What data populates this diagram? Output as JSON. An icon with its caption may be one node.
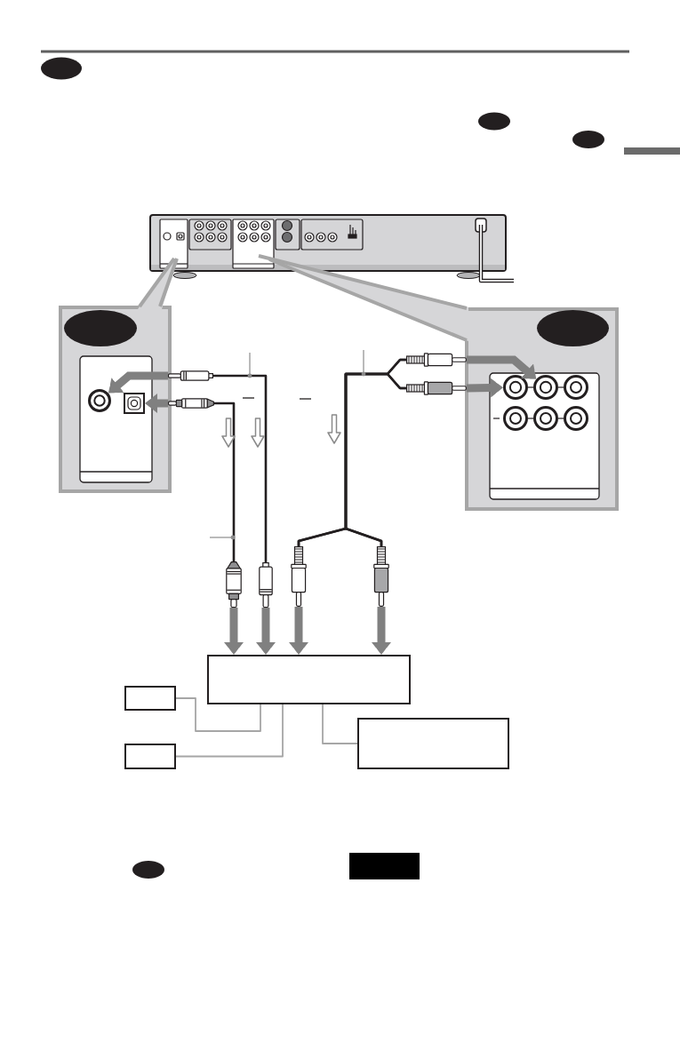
{
  "diagram": {
    "nodes": [
      {
        "text": [],
        "shape": "picture"
      },
      {
        "text": [],
        "shape": "box"
      },
      {
        "text": [],
        "shape": "circle",
        "in": 1
      },
      {
        "text": [],
        "shape": "box",
        "in": 1
      },
      {
        "text": [],
        "shape": "picture"
      },
      {
        "text": [],
        "shape": "picture"
      },
      {
        "text": [],
        "shape": "picture"
      },
      {
        "text": [],
        "shape": "picture"
      },
      {
        "text": [],
        "shape": "box"
      },
      {
        "text": [],
        "shape": "circle",
        "in": 8
      },
      {
        "text": [],
        "shape": "circle",
        "in": 8
      },
      {
        "text": [],
        "shape": "picture"
      },
      {
        "text": [],
        "shape": "picture"
      },
      {
        "text": [],
        "shape": "picture"
      },
      {
        "text": [],
        "shape": "picture"
      },
      {
        "text": [],
        "shape": "box"
      },
      {
        "text": [],
        "shape": "box"
      },
      {
        "text": [],
        "shape": "box"
      },
      {
        "text": [],
        "shape": "box"
      }
    ],
    "edges": [
      {
        "from": 4,
        "to": 2,
        "arrow": "to",
        "style": "thick"
      },
      {
        "from": 5,
        "to": 3,
        "arrow": "to",
        "style": "thick"
      },
      {
        "from": 6,
        "to": 10,
        "arrow": "to",
        "style": "thick"
      },
      {
        "from": 7,
        "to": 9,
        "arrow": "to",
        "style": "thick"
      },
      {
        "from": 4,
        "to": 12,
        "arrow": "none",
        "color": "#231f20"
      },
      {
        "from": 5,
        "to": 11,
        "arrow": "none",
        "color": "#231f20"
      },
      {
        "from": 6,
        "to": 13,
        "arrow": "none",
        "color": "#231f20"
      },
      {
        "from": 6,
        "to": 14,
        "arrow": "none",
        "color": "#231f20"
      },
      {
        "from": 7,
        "to": 13,
        "arrow": "none",
        "color": "#231f20"
      },
      {
        "from": 7,
        "to": 14,
        "arrow": "none",
        "color": "#231f20"
      },
      {
        "from": 11,
        "to": 15,
        "arrow": "to",
        "style": "thick"
      },
      {
        "from": 12,
        "to": 15,
        "arrow": "to",
        "style": "thick"
      },
      {
        "from": 13,
        "to": 15,
        "arrow": "to",
        "style": "thick"
      },
      {
        "from": 14,
        "to": 15,
        "arrow": "to",
        "style": "thick"
      },
      {
        "from": 16,
        "to": 15,
        "arrow": "none",
        "color": "#a6a6a6"
      },
      {
        "from": 18,
        "to": 15,
        "arrow": "none",
        "color": "#a6a6a6"
      },
      {
        "from": 15,
        "to": 17,
        "arrow": "none",
        "color": "#a6a6a6"
      }
    ]
  }
}
